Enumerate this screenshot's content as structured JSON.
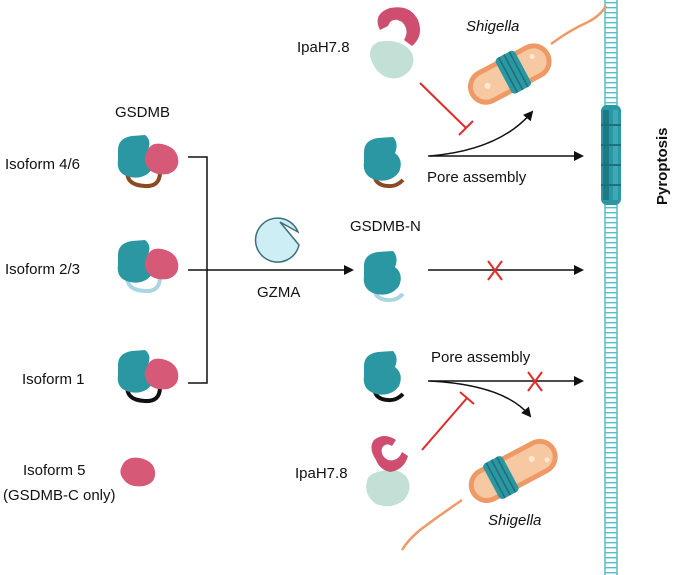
{
  "labels": {
    "gsdmb": "GSDMB",
    "isoform_4_6": "Isoform 4/6",
    "isoform_2_3": "Isoform 2/3",
    "isoform_1": "Isoform 1",
    "isoform_5": "Isoform 5",
    "isoform_5_note": "(GSDMB-C only)",
    "gzma": "GZMA",
    "gsdmb_n": "GSDMB-N",
    "ipah_top": "IpaH7.8",
    "ipah_bottom": "IpaH7.8",
    "shigella_top": "Shigella",
    "shigella_bottom": "Shigella",
    "pore_assembly_top": "Pore assembly",
    "pore_assembly_bottom": "Pore assembly",
    "pyroptosis": "Pyroptosis"
  },
  "colors": {
    "nterm": "#2a97a2",
    "nterm_dark": "#1f7883",
    "cterm": "#d65a78",
    "linker_46": "#8a4b22",
    "linker_23": "#a9d6e2",
    "linker_1": "#111111",
    "gzma": "#cdeef4",
    "ipah_ring": "#cf4d6f",
    "ipah_body": "#c2e0d6",
    "inhibit": "#e12b2b",
    "cross": "#e12b2b",
    "bacteria_fill": "#f6c9a2",
    "bacteria_edge": "#ef9a66",
    "membrane": "#52c0c4"
  }
}
